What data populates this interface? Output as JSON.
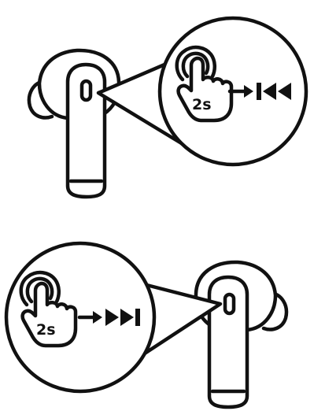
{
  "instructions": [
    {
      "side": "right",
      "gesture": "touch-and-hold",
      "duration_label": "2s",
      "action_icon": "previous-track-icon"
    },
    {
      "side": "left",
      "gesture": "touch-and-hold",
      "duration_label": "2s",
      "action_icon": "next-track-icon"
    }
  ],
  "colors": {
    "ink": "#111111",
    "background": "#ffffff"
  }
}
